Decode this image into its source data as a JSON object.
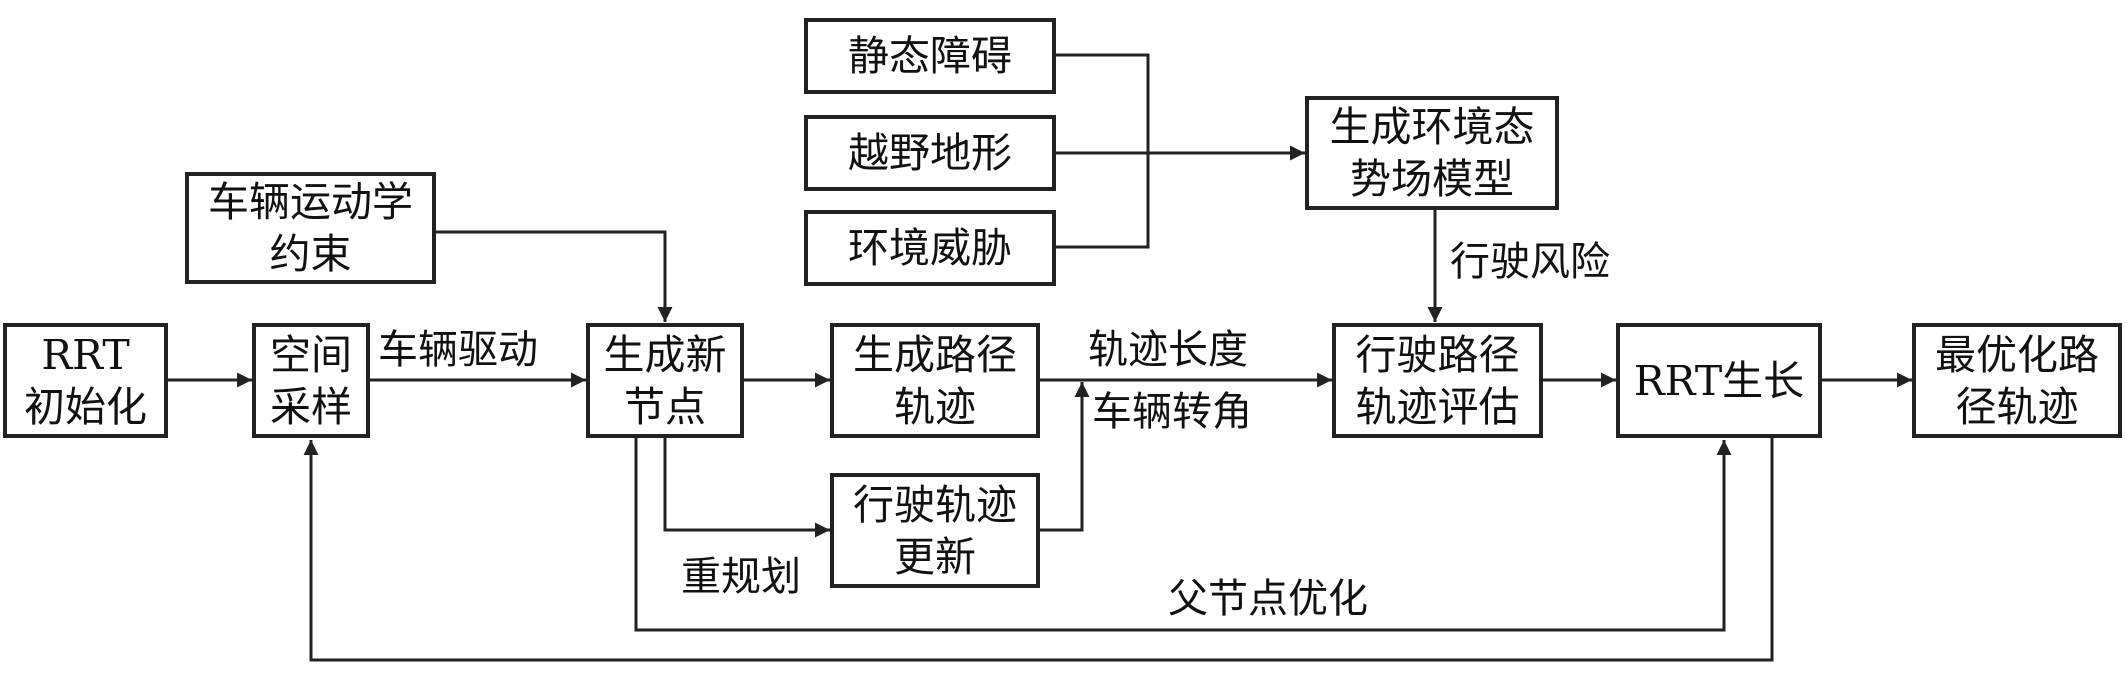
{
  "nodes": {
    "rrt_init": [
      "RRT",
      "初始化"
    ],
    "sampling": [
      "空间",
      "采样"
    ],
    "vehicle_kinematics": [
      "车辆运动学",
      "约束"
    ],
    "new_node": [
      "生成新",
      "节点"
    ],
    "path_traj": [
      "生成路径",
      "轨迹"
    ],
    "traj_update": [
      "行驶轨迹",
      "更新"
    ],
    "static_obstacle": [
      "静态障碍"
    ],
    "offroad_terrain": [
      "越野地形"
    ],
    "env_threat": [
      "环境威胁"
    ],
    "env_field_model": [
      "生成环境态",
      "势场模型"
    ],
    "traj_eval": [
      "行驶路径",
      "轨迹评估"
    ],
    "rrt_grow": [
      "RRT生长"
    ],
    "optimal_path": [
      "最优化路",
      "径轨迹"
    ]
  },
  "labels": {
    "vehicle_drive": "车辆驱动",
    "traj_length": "轨迹长度",
    "vehicle_turn": "车辆转角",
    "driving_risk": "行驶风险",
    "replan": "重规划",
    "parent_opt": "父节点优化"
  }
}
